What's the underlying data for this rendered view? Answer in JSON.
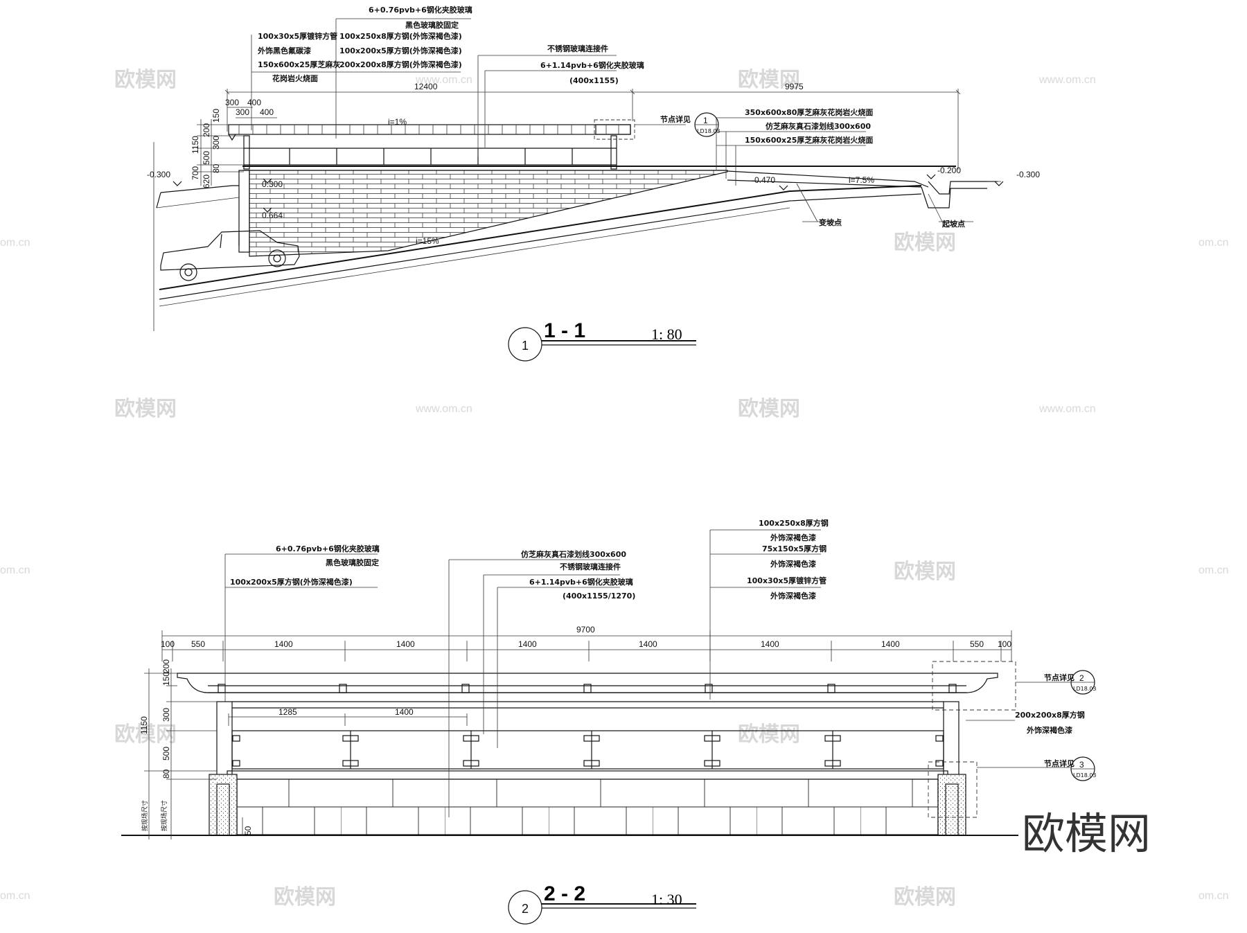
{
  "watermark": {
    "brand": "欧模网",
    "site": "www.om.cn",
    "site_short": "om.cn"
  },
  "logo": "欧模网",
  "section1": {
    "number": "1",
    "title": "1 - 1",
    "scale": "1: 80",
    "callouts_left": [
      "100x30x5厚镀锌方管",
      "外饰黑色氟碳漆",
      "150x600x25厚芝麻灰",
      "花岗岩火烧面"
    ],
    "callouts_mid": [
      "6+0.76pvb+6钢化夹胶玻璃",
      "黑色玻璃胶固定",
      "100x250x8厚方钢(外饰深褐色漆)",
      "100x200x5厚方钢(外饰深褐色漆)",
      "200x200x8厚方钢(外饰深褐色漆)"
    ],
    "callouts_right": [
      "不锈钢玻璃连接件",
      "6+1.14pvb+6钢化夹胶玻璃",
      "(400x1155)"
    ],
    "callouts_far": [
      "350x600x80厚芝麻灰花岗岩火烧面",
      "仿芝麻灰真石漆划线300x600",
      "150x600x25厚芝麻灰花岗岩火烧面"
    ],
    "detail_label": "节点详见",
    "detail_no": "1",
    "detail_ref": "LD18.03",
    "dims_top": [
      "12400",
      "9975"
    ],
    "dims_small": [
      "300",
      "400",
      "300",
      "400"
    ],
    "dims_vert": [
      "150",
      "200",
      "300",
      "500",
      "80",
      "1150",
      "700",
      "620"
    ],
    "levels": [
      "-0.300",
      "0.300",
      "0.664",
      "-0.470",
      "-0.200",
      "-0.300"
    ],
    "slopes": [
      "i=1%",
      "i=15%",
      "i=7.5%"
    ],
    "points": [
      "变坡点",
      "起坡点"
    ]
  },
  "section2": {
    "number": "2",
    "title": "2 - 2",
    "scale": "1: 30",
    "callouts_left": [
      "6+0.76pvb+6钢化夹胶玻璃",
      "黑色玻璃胶固定",
      "100x200x5厚方钢(外饰深褐色漆)"
    ],
    "callouts_mid": [
      "仿芝麻灰真石漆划线300x600",
      "不锈钢玻璃连接件",
      "6+1.14pvb+6钢化夹胶玻璃",
      "(400x1155/1270)"
    ],
    "callouts_right": [
      "100x250x8厚方钢",
      "外饰深褐色漆",
      "75x150x5厚方钢",
      "外饰深褐色漆",
      "100x30x5厚镀锌方管",
      "外饰深褐色漆"
    ],
    "callout_post": [
      "200x200x8厚方钢",
      "外饰深褐色漆"
    ],
    "detail_label": "节点详见",
    "detail_no_a": "2",
    "detail_no_b": "3",
    "detail_ref": "LD18.03",
    "dim_total": "9700",
    "dims_top": [
      "100",
      "550",
      "1400",
      "1400",
      "1400",
      "1400",
      "1400",
      "1400",
      "550",
      "100"
    ],
    "dims_inner": [
      "1285",
      "1400"
    ],
    "dims_vert": [
      "150",
      "200",
      "300",
      "500",
      "80",
      "1150",
      "50"
    ],
    "vert_labels": [
      "按现场尺寸",
      "按现场尺寸"
    ]
  }
}
